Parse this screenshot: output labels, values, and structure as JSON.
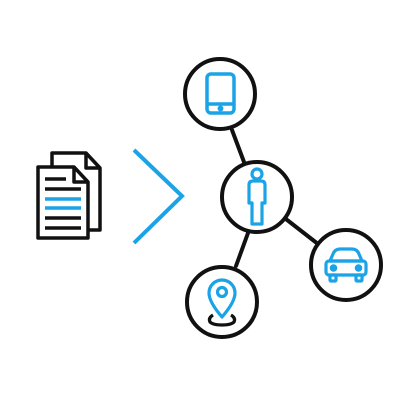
{
  "colors": {
    "stroke": "#111111",
    "accent": "#1aa3e6",
    "background": "#ffffff"
  },
  "icons": {
    "documents": "documents-icon",
    "arrow": "chevron-right-icon",
    "phone": "smartphone-icon",
    "person": "person-icon",
    "car": "car-icon",
    "location": "location-pin-icon"
  },
  "connections": [
    [
      "person-node",
      "phone-node"
    ],
    [
      "person-node",
      "car-node"
    ],
    [
      "person-node",
      "location-node"
    ]
  ]
}
